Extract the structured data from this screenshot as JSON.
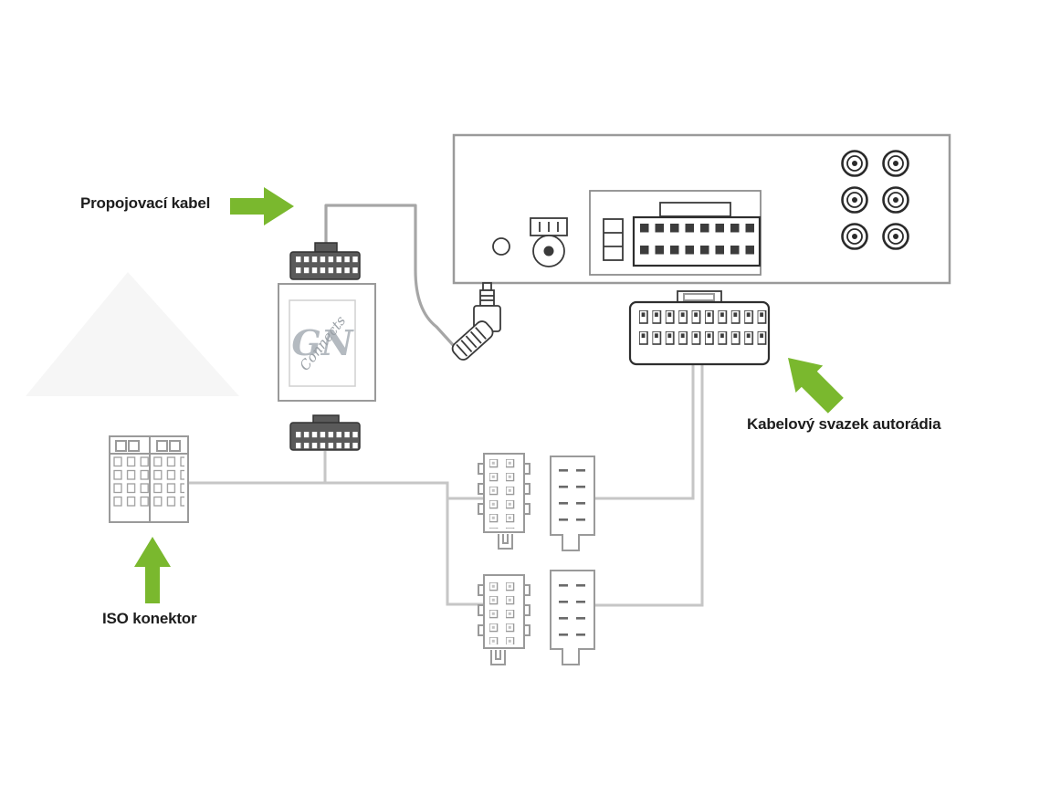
{
  "colors": {
    "page_bg": "#ffffff",
    "accent_green": "#7ab82e",
    "wire_light": "#c6c6c6",
    "wire_dark": "#a6a6a6",
    "outline_grey": "#9a9a9a",
    "outline_dark": "#3a3a3a",
    "text": "#1d1d1d"
  },
  "labels": {
    "propojovaci_kabel": "Propojovací kabel",
    "kabelovy_svazek": "Kabelový svazek autorádia",
    "iso_konektor": "ISO konektor"
  },
  "adapter": {
    "logo_monogram": "GN",
    "logo_script": "Connects"
  }
}
